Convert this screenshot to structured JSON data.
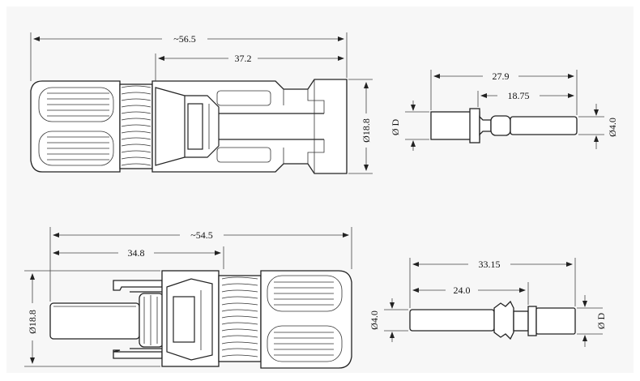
{
  "dimensions": {
    "top_connector": {
      "overall_length": "~56.5",
      "inner_length": "37.2",
      "diameter": "Ø18.8"
    },
    "top_pin": {
      "overall_length": "27.9",
      "tip_length": "18.75",
      "body_diameter": "Ø D",
      "pin_diameter": "Ø4.0"
    },
    "bottom_connector": {
      "overall_length": "~54.5",
      "inner_length": "34.8",
      "diameter": "Ø18.8"
    },
    "bottom_socket": {
      "overall_length": "33.15",
      "body_length": "24.0",
      "pin_diameter": "Ø4.0",
      "body_diameter": "Ø D"
    }
  }
}
